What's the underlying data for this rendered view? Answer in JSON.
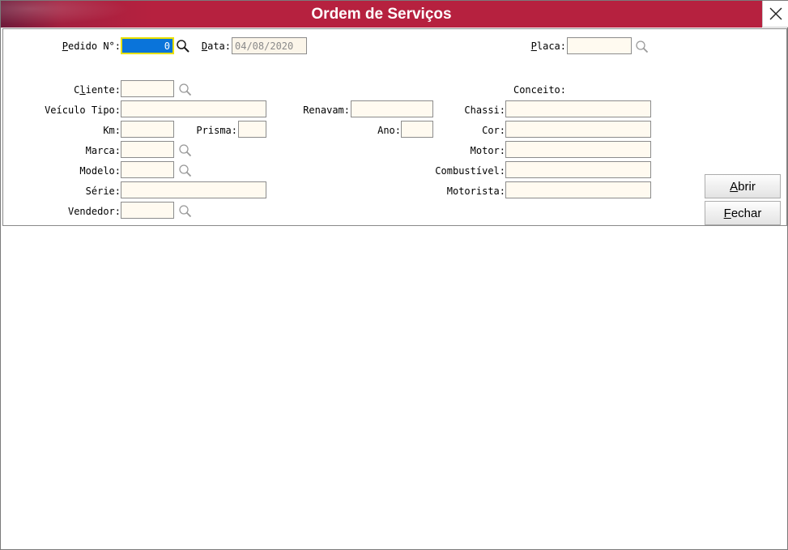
{
  "window": {
    "title": "Ordem de Serviços"
  },
  "labels": {
    "pedido_pre": "P",
    "pedido_rest": "edido N°:",
    "data_pre": "D",
    "data_rest": "ata:",
    "placa_pre": "P",
    "placa_rest": "laca:",
    "cliente_pre": "C",
    "cliente_mid": "l",
    "cliente_rest": "iente:",
    "conceito": "Conceito:",
    "veiculo_tipo": "Veículo Tipo:",
    "renavam": "Renavam:",
    "chassi": "Chassi:",
    "km": "Km:",
    "prisma": "Prisma:",
    "ano": "Ano:",
    "cor": "Cor:",
    "marca": "Marca:",
    "motor": "Motor:",
    "modelo": "Modelo:",
    "combustivel": "Combustível:",
    "serie": "Série:",
    "motorista": "Motorista:",
    "vendedor": "Vendedor:"
  },
  "fields": {
    "pedido": "0",
    "data": "04/08/2020",
    "placa": "",
    "cliente": "",
    "veiculo_tipo": "",
    "renavam": "",
    "chassi": "",
    "km": "",
    "prisma": "",
    "ano": "",
    "cor": "",
    "marca": "",
    "motor": "",
    "modelo": "",
    "combustivel": "",
    "serie": "",
    "motorista": "",
    "vendedor": ""
  },
  "buttons": {
    "abrir_key": "A",
    "abrir_rest": "brir",
    "fechar_key": "F",
    "fechar_rest": "echar"
  },
  "icons": {
    "close": "close-icon",
    "search": "search-icon"
  }
}
